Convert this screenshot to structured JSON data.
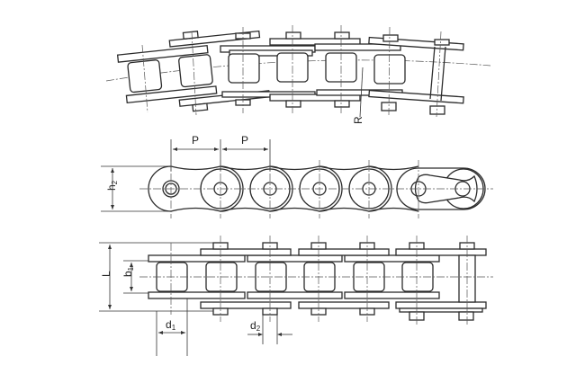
{
  "figure": {
    "title": "Roller chain technical drawing",
    "views": [
      {
        "id": "curved-top-view",
        "label_radius": "R"
      },
      {
        "id": "side-view",
        "label_pitch_1": "P",
        "label_pitch_2": "P",
        "label_height": "h",
        "label_height_sub": "2"
      },
      {
        "id": "plan-view",
        "label_width": "L",
        "label_inner_width": "b",
        "label_inner_width_sub": "1",
        "label_roller_dia": "d",
        "label_roller_dia_sub": "1",
        "label_pin_dia": "d",
        "label_pin_dia_sub": "2"
      }
    ]
  },
  "labels": {
    "R": "R",
    "P1": "P",
    "P2": "P",
    "h2_main": "h",
    "h2_sub": "2",
    "L": "L",
    "b1_main": "b",
    "b1_sub": "1",
    "d1_main": "d",
    "d1_sub": "1",
    "d2_main": "d",
    "d2_sub": "2"
  },
  "colors": {
    "line": "#2b2b2b",
    "background": "#ffffff"
  }
}
